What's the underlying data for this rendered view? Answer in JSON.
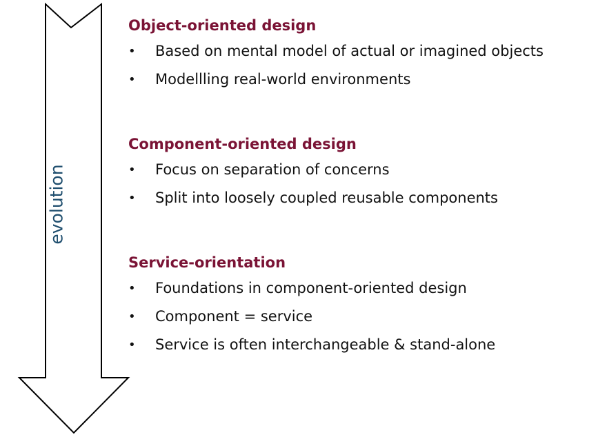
{
  "arrow": {
    "label": "evolution"
  },
  "sections": [
    {
      "title": "Object-oriented design",
      "bullets": [
        "Based on mental model of actual or imagined objects",
        "Modellling real-world environments"
      ]
    },
    {
      "title": "Component-oriented design",
      "bullets": [
        "Focus on separation of concerns",
        "Split into loosely coupled reusable components"
      ]
    },
    {
      "title": "Service-orientation",
      "bullets": [
        "Foundations in component-oriented design",
        "Component = service",
        "Service is often interchangeable & stand-alone"
      ]
    }
  ],
  "bullet_glyph": "•",
  "colors": {
    "title": "#7a1335",
    "label": "#1f4e6e",
    "text": "#111111"
  }
}
